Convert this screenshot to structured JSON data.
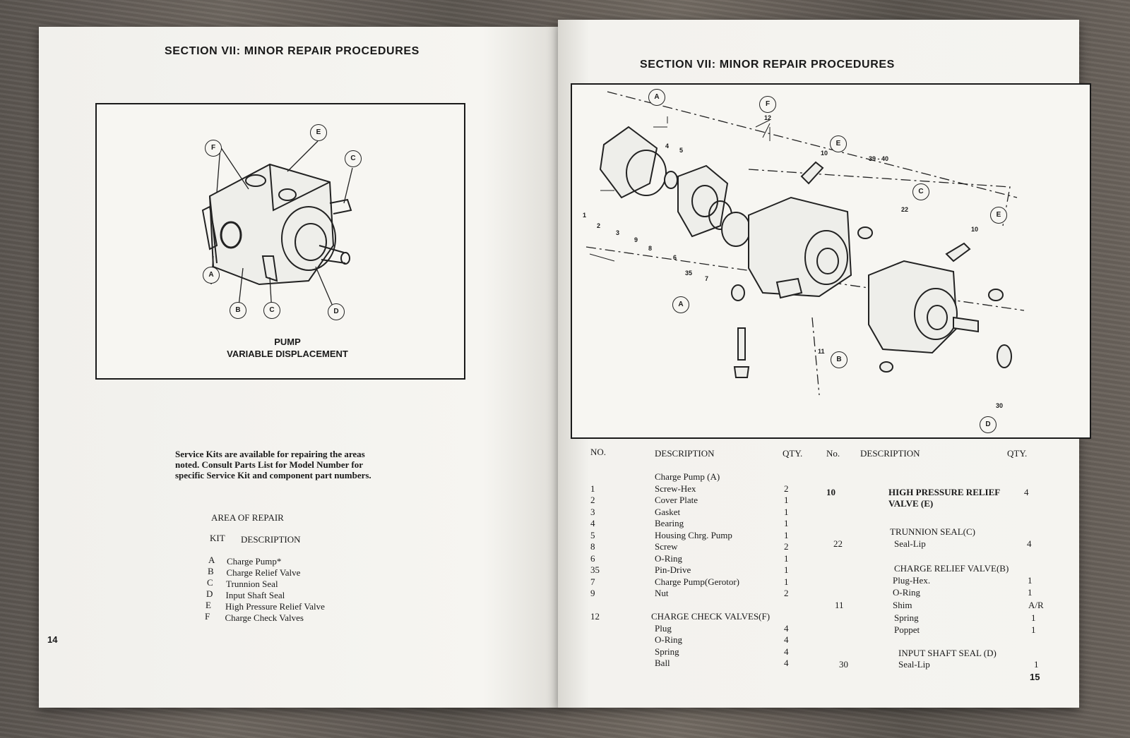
{
  "left_page": {
    "section_title": "SECTION VII: MINOR REPAIR PROCEDURES",
    "figure": {
      "callouts": [
        "F",
        "E",
        "C",
        "A",
        "B",
        "C",
        "D"
      ],
      "caption_line1": "PUMP",
      "caption_line2": "VARIABLE DISPLACEMENT"
    },
    "note_lines": [
      "Service Kits are available for repairing the areas",
      "noted.  Consult Parts List for Model Number for",
      "specific Service Kit and component part numbers."
    ],
    "area_of_repair": {
      "title": "AREA OF REPAIR",
      "col_kit": "KIT",
      "col_description": "DESCRIPTION",
      "items": [
        {
          "kit": "A",
          "description": "Charge Pump*"
        },
        {
          "kit": "B",
          "description": "Charge Relief Valve"
        },
        {
          "kit": "C",
          "description": "Trunnion Seal"
        },
        {
          "kit": "D",
          "description": "Input Shaft Seal"
        },
        {
          "kit": "E",
          "description": "High Pressure Relief Valve"
        },
        {
          "kit": "F",
          "description": "Charge Check Valves"
        }
      ]
    },
    "page_number": "14"
  },
  "right_page": {
    "section_title": "SECTION VII: MINOR REPAIR PROCEDURES",
    "figure": {
      "callouts": [
        "A",
        "F",
        "E",
        "C",
        "E",
        "A",
        "B",
        "D"
      ],
      "part_numbers": [
        "12",
        "4",
        "5",
        "10",
        "39 - 40",
        "22",
        "10",
        "1",
        "2",
        "3",
        "9",
        "8",
        "6",
        "35",
        "7",
        "11",
        "30"
      ]
    },
    "table_left": {
      "headers": {
        "no": "NO.",
        "description": "DESCRIPTION",
        "qty": "QTY."
      },
      "rows": [
        {
          "no": "",
          "description": "Charge Pump (A)",
          "qty": ""
        },
        {
          "no": "1",
          "description": "Screw-Hex",
          "qty": "2"
        },
        {
          "no": "2",
          "description": "Cover Plate",
          "qty": "1"
        },
        {
          "no": "3",
          "description": "Gasket",
          "qty": "1"
        },
        {
          "no": "4",
          "description": "Bearing",
          "qty": "1"
        },
        {
          "no": "5",
          "description": "Housing Chrg. Pump",
          "qty": "1"
        },
        {
          "no": "8",
          "description": "Screw",
          "qty": "2"
        },
        {
          "no": "6",
          "description": "O-Ring",
          "qty": "1"
        },
        {
          "no": "35",
          "description": "Pin-Drive",
          "qty": "1"
        },
        {
          "no": "7",
          "description": "Charge Pump(Gerotor)",
          "qty": "1"
        },
        {
          "no": "9",
          "description": "Nut",
          "qty": "2"
        },
        {
          "no": "12",
          "description": "CHARGE CHECK VALVES(F)",
          "qty": ""
        },
        {
          "no": "",
          "description": "Plug",
          "qty": "4"
        },
        {
          "no": "",
          "description": "O-Ring",
          "qty": "4"
        },
        {
          "no": "",
          "description": "Spring",
          "qty": "4"
        },
        {
          "no": "",
          "description": "Ball",
          "qty": "4"
        }
      ]
    },
    "table_right": {
      "headers": {
        "no": "No.",
        "description": "DESCRIPTION",
        "qty": "QTY."
      },
      "rows": [
        {
          "no": "10",
          "description": "HIGH PRESSURE RELIEF",
          "qty": "4"
        },
        {
          "no": "",
          "description": "VALVE (E)",
          "qty": ""
        },
        {
          "no": "",
          "description": "TRUNNION SEAL(C)",
          "qty": ""
        },
        {
          "no": "22",
          "description": "Seal-Lip",
          "qty": "4"
        },
        {
          "no": "",
          "description": "CHARGE RELIEF VALVE(B)",
          "qty": ""
        },
        {
          "no": "",
          "description": "Plug-Hex.",
          "qty": "1"
        },
        {
          "no": "",
          "description": "O-Ring",
          "qty": "1"
        },
        {
          "no": "11",
          "description": "Shim",
          "qty": "A/R"
        },
        {
          "no": "",
          "description": "Spring",
          "qty": "1"
        },
        {
          "no": "",
          "description": "Poppet",
          "qty": "1"
        },
        {
          "no": "",
          "description": "INPUT SHAFT SEAL (D)",
          "qty": ""
        },
        {
          "no": "30",
          "description": "Seal-Lip",
          "qty": "1"
        }
      ]
    },
    "page_number": "15"
  }
}
